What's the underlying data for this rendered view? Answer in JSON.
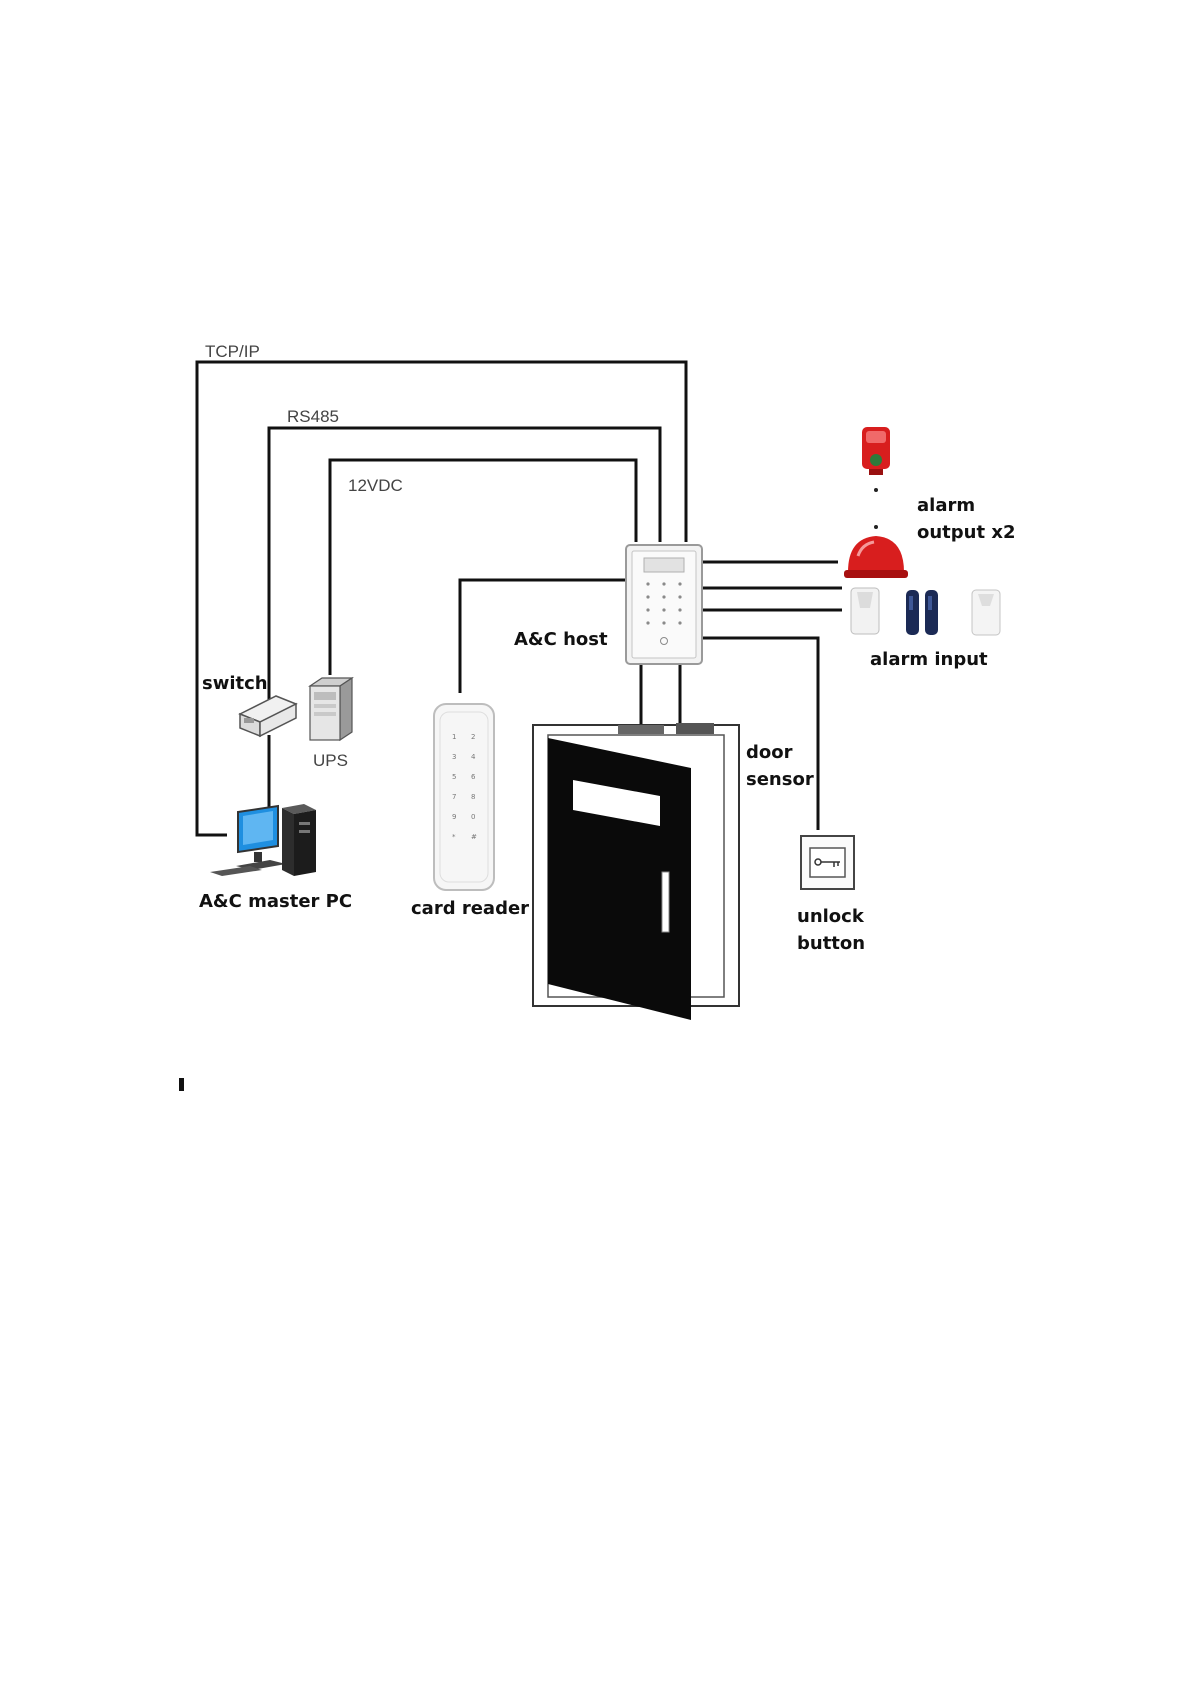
{
  "diagram": {
    "lines": {
      "tcpip": "TCP/IP",
      "rs485": "RS485",
      "power": "12VDC"
    },
    "devices": {
      "switch": "switch",
      "ups": "UPS",
      "master_pc": "A&C master PC",
      "card_reader": "card reader",
      "host": "A&C host",
      "door_sensor_line1": "door",
      "door_sensor_line2": "sensor",
      "unlock_line1": "unlock",
      "unlock_line2": "button",
      "alarm_output_line1": "alarm",
      "alarm_output_line2": "output x2",
      "alarm_input": "alarm input"
    },
    "colors": {
      "wire": "#111111",
      "alarm_red": "#d81e1e",
      "monitor_blue": "#1f8fe0",
      "door_black": "#0a0a0a",
      "detector_blue": "#1b2a55"
    }
  }
}
